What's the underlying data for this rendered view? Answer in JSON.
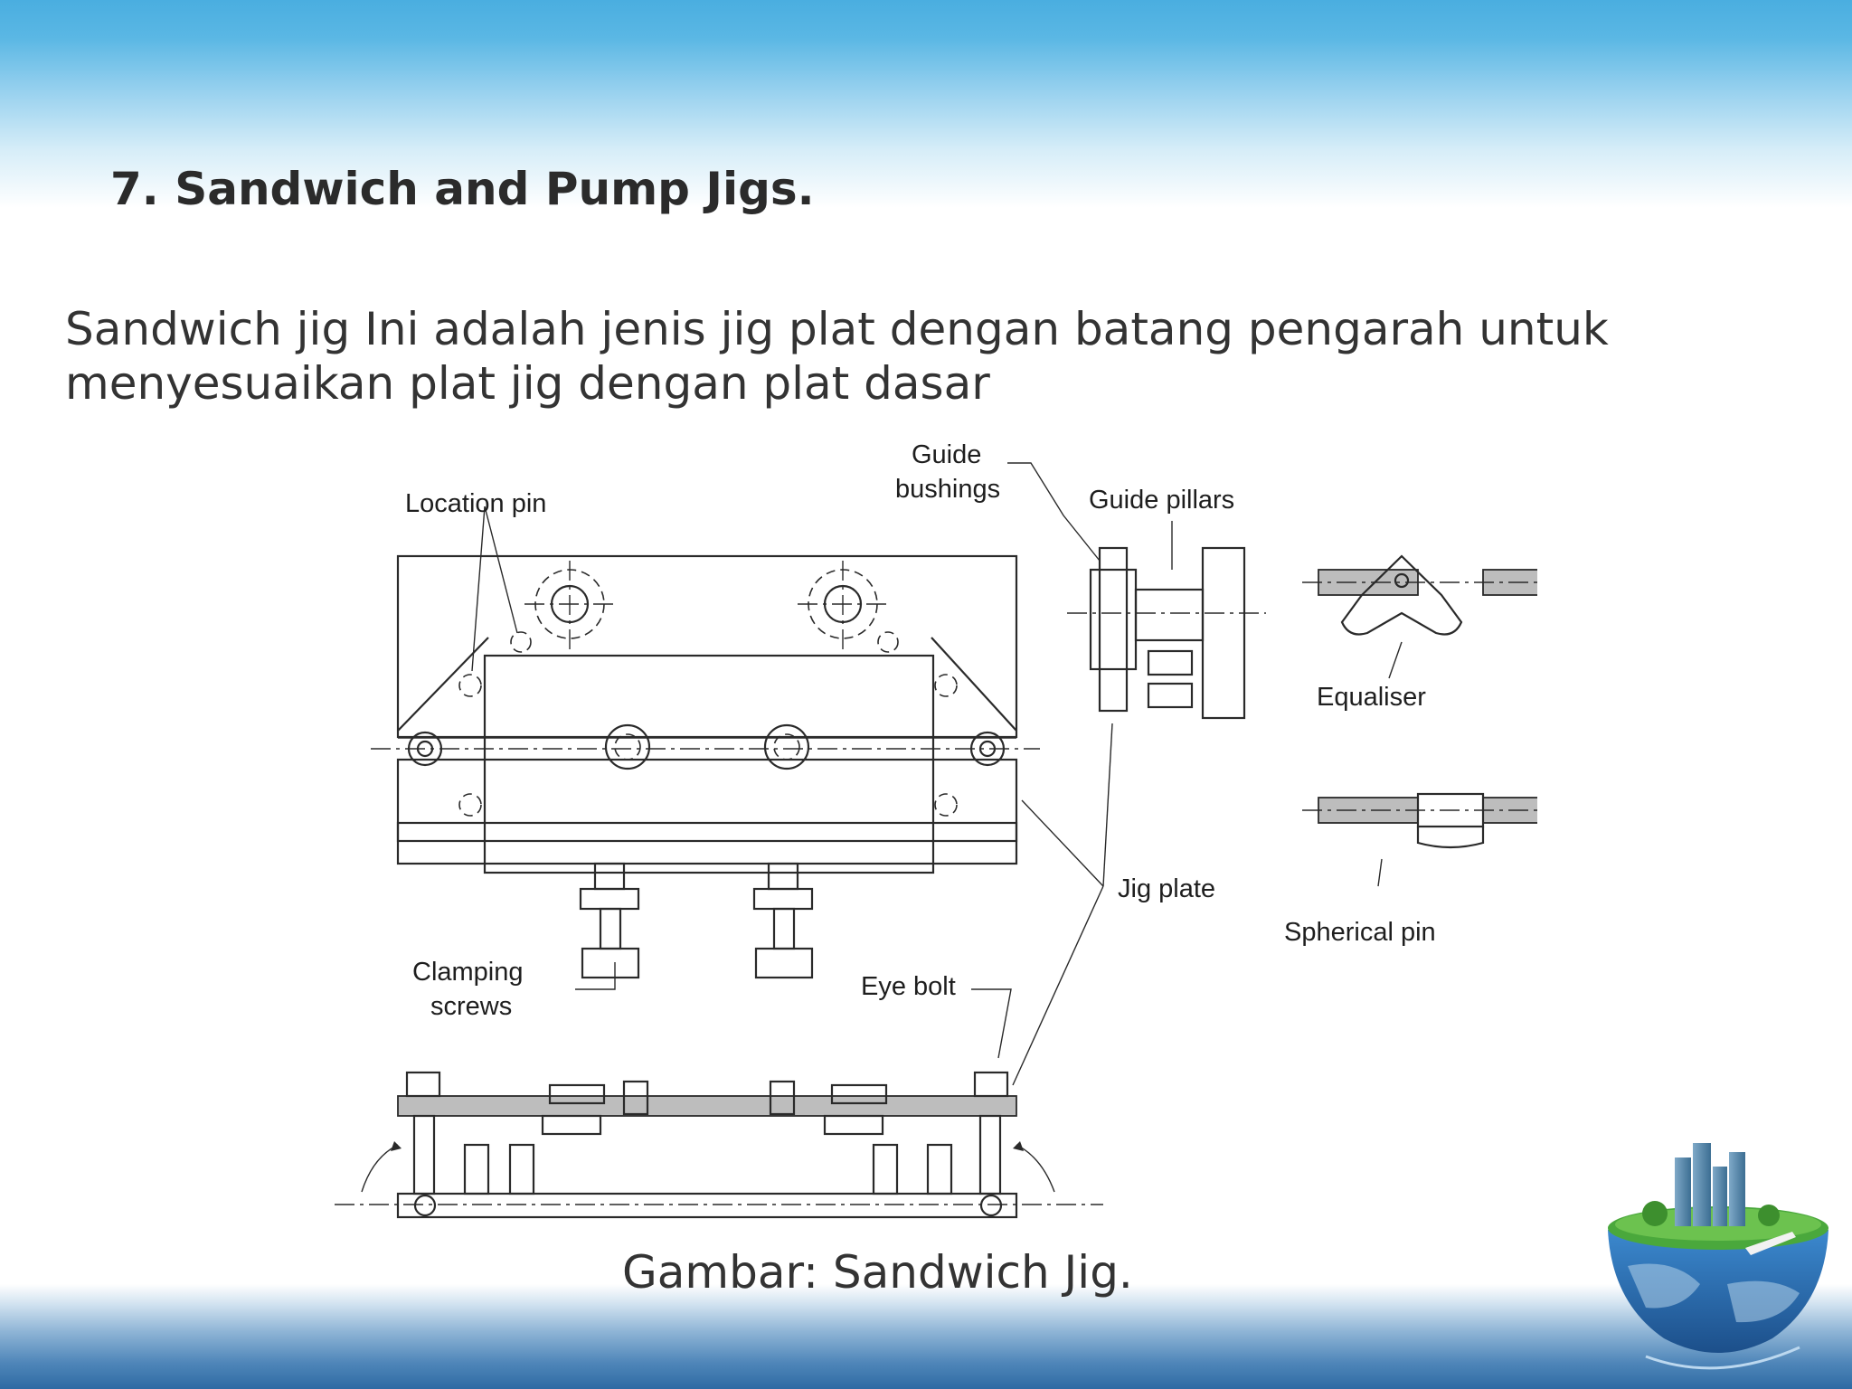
{
  "slide": {
    "title": "7. Sandwich and Pump Jigs.",
    "body": "Sandwich jig Ini adalah jenis jig plat dengan batang pengarah untuk menyesuaikan plat jig dengan plat dasar",
    "caption": "Gambar: Sandwich Jig."
  },
  "diagram": {
    "labels": {
      "location_pin": "Location pin",
      "guide_bushings_1": "Guide",
      "guide_bushings_2": "bushings",
      "guide_pillars": "Guide pillars",
      "equaliser": "Equaliser",
      "jig_plate": "Jig plate",
      "spherical_pin": "Spherical pin",
      "clamping_screws_1": "Clamping",
      "clamping_screws_2": "screws",
      "eye_bolt": "Eye bolt"
    }
  },
  "decor": {
    "top_band_color": "#4aaee0",
    "bottom_band_color": "#2e6aa3",
    "logo_icon": "globe-city-icon"
  }
}
